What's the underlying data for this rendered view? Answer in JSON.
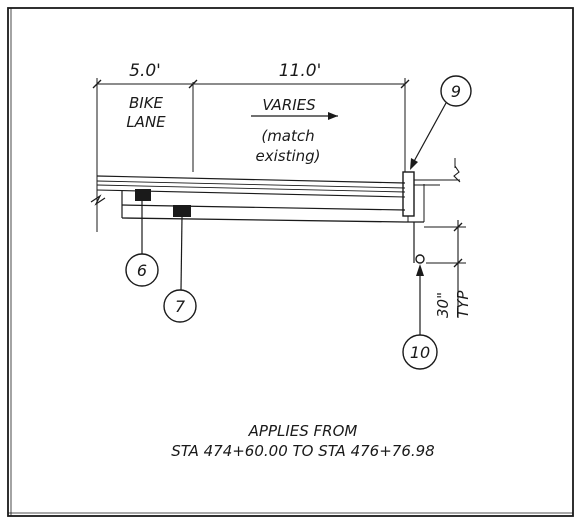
{
  "dimensions": {
    "bike_lane_width": "5.0'",
    "varies_width": "11.0'",
    "depth": "30\"",
    "depth_note": "TYP"
  },
  "labels": {
    "bike_line1": "BIKE",
    "bike_line2": "LANE",
    "varies": "VARIES",
    "match_line1": "(match",
    "match_line2": "existing)"
  },
  "callouts": {
    "c6": "6",
    "c7": "7",
    "c9": "9",
    "c10": "10"
  },
  "note": {
    "line1": "APPLIES FROM",
    "line2": "STA 474+60.00 TO STA 476+76.98"
  }
}
